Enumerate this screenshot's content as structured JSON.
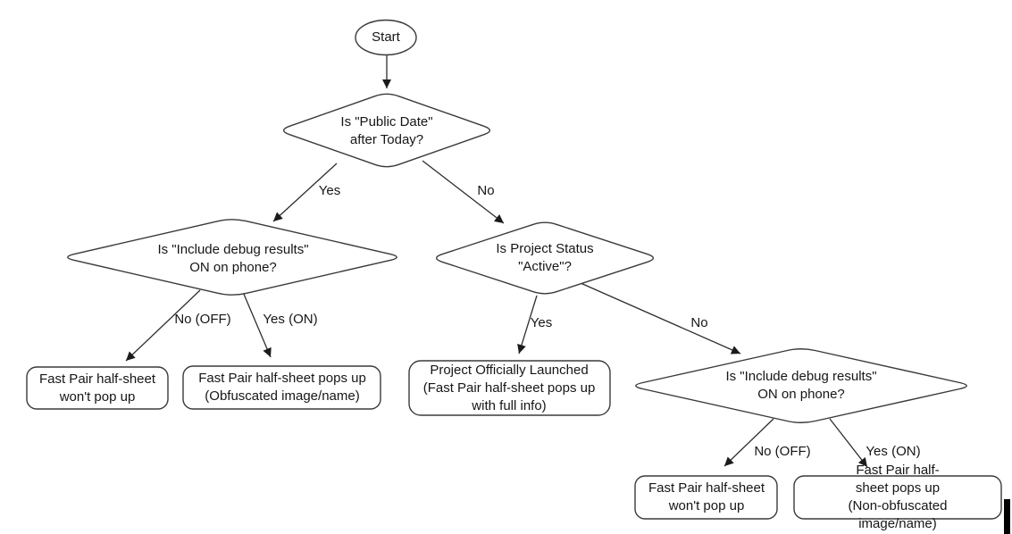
{
  "flowchart": {
    "start": {
      "label": "Start"
    },
    "decisions": {
      "public_date": {
        "label": "Is \"Public Date\"\nafter Today?"
      },
      "debug_left": {
        "label": "Is \"Include debug results\"\nON on phone?"
      },
      "project_status": {
        "label": "Is Project Status\n\"Active\"?"
      },
      "debug_right": {
        "label": "Is \"Include debug results\"\nON on phone?"
      }
    },
    "outcomes": {
      "no_popup_left": {
        "label": "Fast Pair half-sheet\nwon't pop up"
      },
      "obfuscated": {
        "label": "Fast Pair half-sheet pops up\n(Obfuscated image/name)"
      },
      "launched": {
        "label": "Project Officially Launched\n(Fast Pair half-sheet pops up\nwith full info)"
      },
      "no_popup_right": {
        "label": "Fast Pair half-sheet\nwon't pop up"
      },
      "non_obfuscated": {
        "label": "Fast Pair half-sheet pops up\n(Non-obfuscated image/name)"
      }
    },
    "edge_labels": {
      "yes_top": "Yes",
      "no_top": "No",
      "no_off_left": "No (OFF)",
      "yes_on_left": "Yes (ON)",
      "yes_status": "Yes",
      "no_status": "No",
      "no_off_right": "No (OFF)",
      "yes_on_right": "Yes (ON)"
    },
    "colors": {
      "background": "#ffffff",
      "node_fill": "#ffffff",
      "node_stroke": "#3a3a3a",
      "edge_stroke": "#2e2e2e",
      "text": "#161616",
      "cursor_artifact": "#000000"
    }
  }
}
